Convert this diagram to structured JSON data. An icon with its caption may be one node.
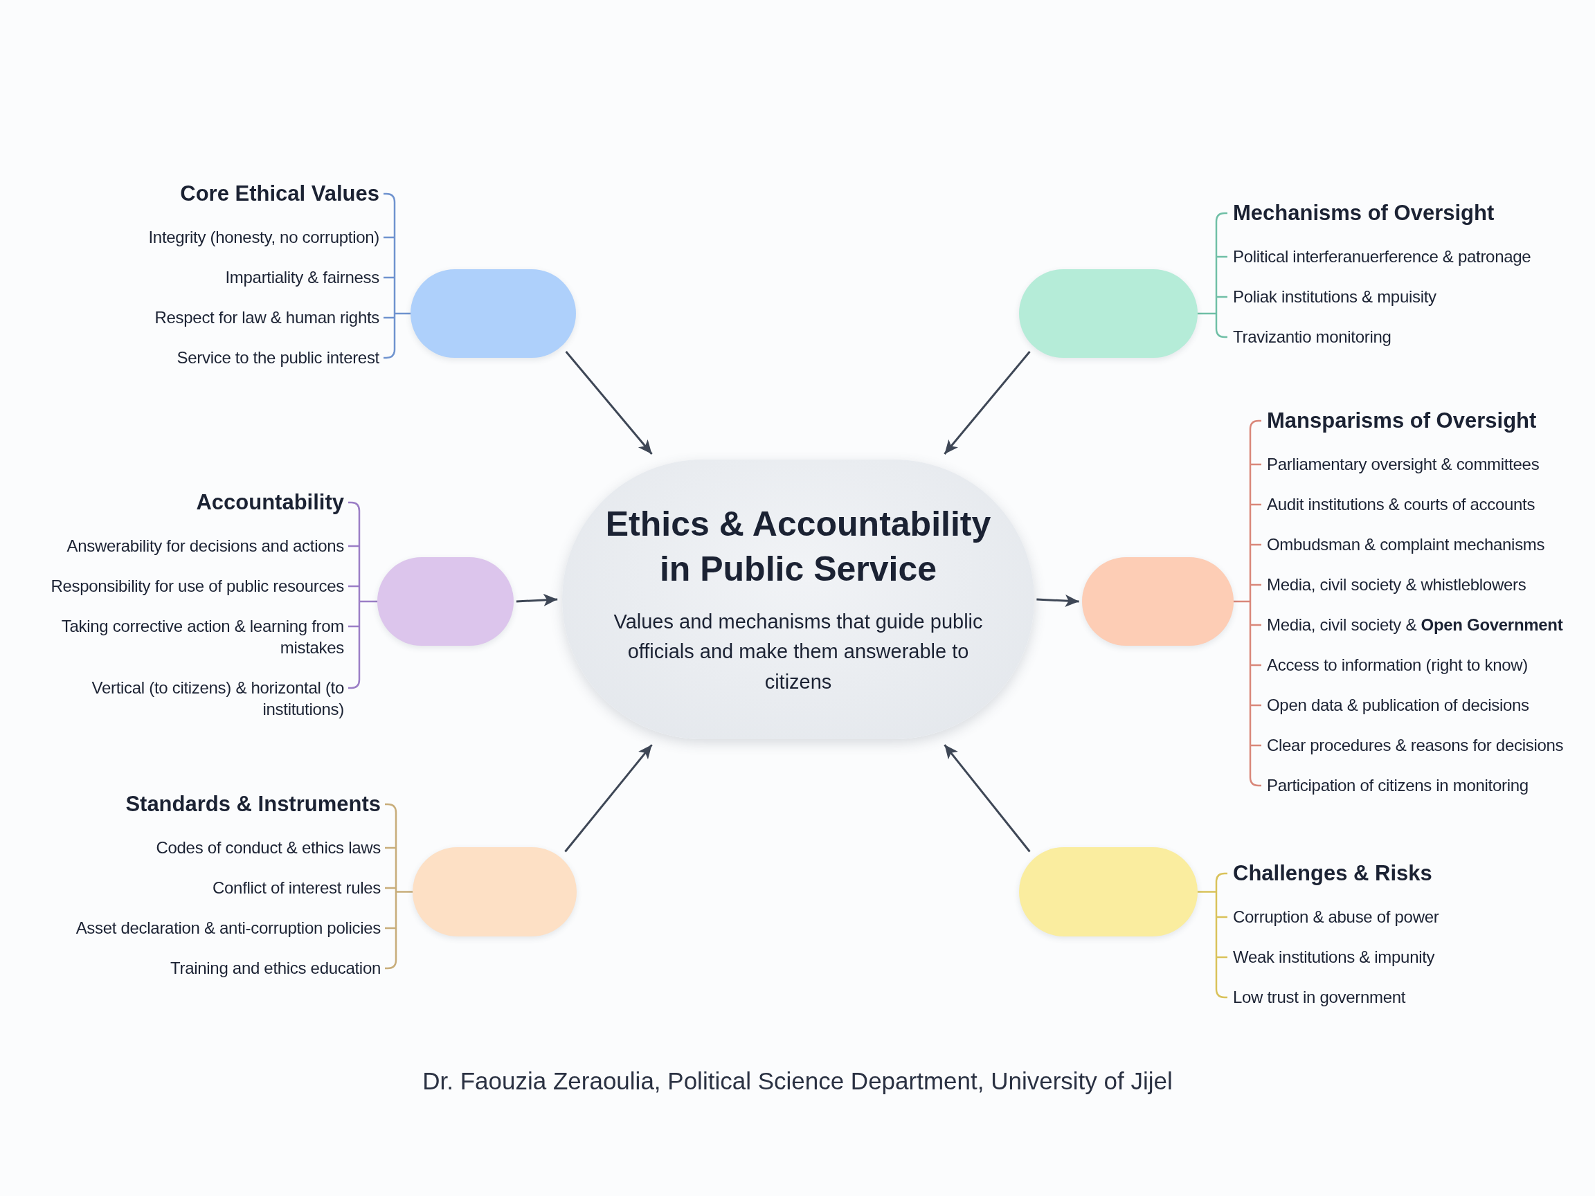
{
  "diagram": {
    "caption": "Dr. Faouzia Zeraoulia, Political Science Department, University of Jijel",
    "nodes": [
      {
        "text": [],
        "shape": "box",
        "beside": [
          "Core Ethical Values",
          "Integrity (honesty, no corruption)",
          "Impartiality & fairness",
          "Respect for law & human rights",
          "Service to the public interest"
        ]
      },
      {
        "text": [],
        "shape": "box",
        "beside": [
          "Mechanisms of Oversight",
          "Political interferanuerference & patronage",
          "Poliak institutions & mpuisity",
          "Travizantio monitoring"
        ]
      },
      {
        "text": [],
        "shape": "box",
        "beside": [
          "Accountability",
          "Answerability for decisions and actions",
          "Responsibility for use of public resources",
          "Taking corrective action & learning from mistakes",
          "Vertical (to citizens) & horizontal (to institutions)"
        ]
      },
      {
        "text": [
          "Ethics & Accountability in Public Service",
          "Values and mechanisms that guide public officials and make them answerable to citizens"
        ]
      },
      {
        "text": [],
        "shape": "box",
        "beside": [
          "Mansparisms of Oversight",
          "Parliamentary oversight & committees",
          "Audit institutions & courts of accounts",
          "Ombudsman & complaint mechanisms",
          "Media, civil society & whistleblowers",
          "Media, civil society & **Open Government**",
          "Access to information (right to know)",
          "Open data & publication of decisions",
          "Clear procedures & reasons for decisions",
          "Participation of citizens in monitoring"
        ]
      },
      {
        "text": [],
        "shape": "box",
        "beside": [
          "Standards & Instruments",
          "Codes of conduct & ethics laws",
          "Conflict of interest rules",
          "Asset declaration & anti-corruption policies",
          "Training and ethics education"
        ]
      },
      {
        "text": [],
        "shape": "box",
        "beside": [
          "Challenges & Risks",
          "Corruption & abuse of power",
          "Weak institutions & impunity",
          "Low trust in government"
        ]
      }
    ],
    "edges": [
      {
        "from": 0,
        "to": 3,
        "arrow": "to"
      },
      {
        "from": 1,
        "to": 3,
        "arrow": "to"
      },
      {
        "from": 2,
        "to": 3,
        "arrow": "to"
      },
      {
        "from": 3,
        "to": 4,
        "arrow": "to"
      },
      {
        "from": 5,
        "to": 3,
        "arrow": "to"
      },
      {
        "from": 6,
        "to": 3,
        "arrow": "to"
      }
    ]
  }
}
